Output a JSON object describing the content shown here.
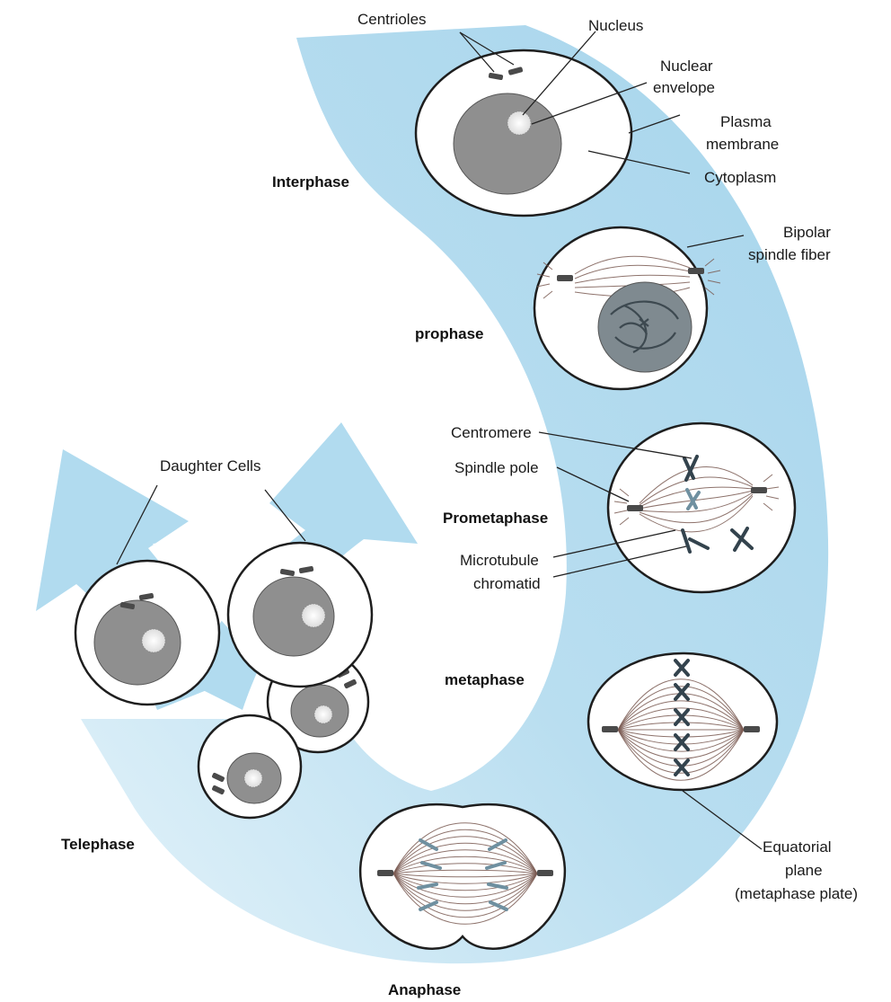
{
  "colors": {
    "band": "#a7d5ec",
    "band_light": "#d9eef8",
    "nucleus": "#8f8f8f",
    "membrane": "#1e1e1e",
    "spindle_fiber": "#7a5b52",
    "chromosome": "#33434d"
  },
  "phases": {
    "interphase": "Interphase",
    "prophase": "prophase",
    "prometaphase": "Prometaphase",
    "metaphase": "metaphase",
    "anaphase": "Anaphase",
    "telephase": "Telephase"
  },
  "labels": {
    "centrioles": "Centrioles",
    "nucleus": "Nucleus",
    "nuclear_envelope": [
      "Nuclear",
      "envelope"
    ],
    "plasma_membrane": [
      "Plasma",
      "membrane"
    ],
    "cytoplasm": "Cytoplasm",
    "bipolar_spindle_fiber": [
      "Bipolar",
      "spindle fiber"
    ],
    "centromere": "Centromere",
    "spindle_pole": "Spindle pole",
    "microtubule_chromatid": [
      "Microtubule",
      "chromatid"
    ],
    "daughter_cells": "Daughter Cells",
    "equatorial_plane": [
      "Equatorial",
      "plane",
      "(metaphase plate)"
    ]
  }
}
